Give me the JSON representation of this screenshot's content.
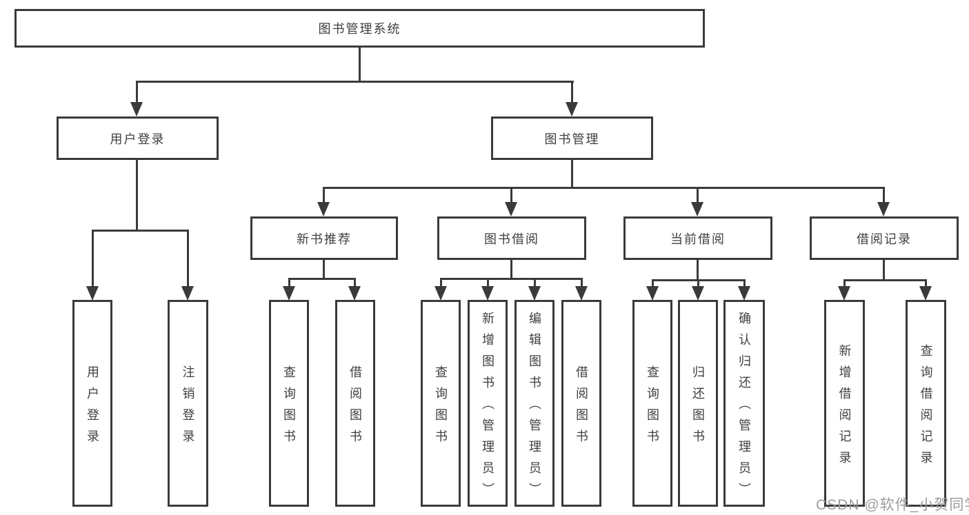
{
  "diagram": {
    "line_color": "#3a3a3a",
    "text_color": "#3f3f3f",
    "watermark": "CSDN @软件_小贺同学",
    "root": {
      "label": "图书管理系统"
    },
    "level2": {
      "user_login": {
        "label": "用户登录"
      },
      "book_mgmt": {
        "label": "图书管理"
      }
    },
    "level3": {
      "new_book_rec": {
        "label": "新书推荐"
      },
      "book_borrow": {
        "label": "图书借阅"
      },
      "current_borrow": {
        "label": "当前借阅"
      },
      "borrow_record": {
        "label": "借阅记录"
      }
    },
    "leaves": {
      "login": {
        "label": "用户登录"
      },
      "logout": {
        "label": "注销登录"
      },
      "nbr_query": {
        "label": "查询图书"
      },
      "nbr_borrow": {
        "label": "借阅图书"
      },
      "bb_query": {
        "label": "查询图书"
      },
      "bb_add": {
        "label": "新增图书（管理员）"
      },
      "bb_edit": {
        "label": "编辑图书（管理员）"
      },
      "bb_borrow": {
        "label": "借阅图书"
      },
      "cb_query": {
        "label": "查询图书"
      },
      "cb_return": {
        "label": "归还图书"
      },
      "cb_confirm": {
        "label": "确认归还（管理员）"
      },
      "br_add": {
        "label": "新增借阅记录"
      },
      "br_query": {
        "label": "查询借阅记录"
      }
    }
  }
}
